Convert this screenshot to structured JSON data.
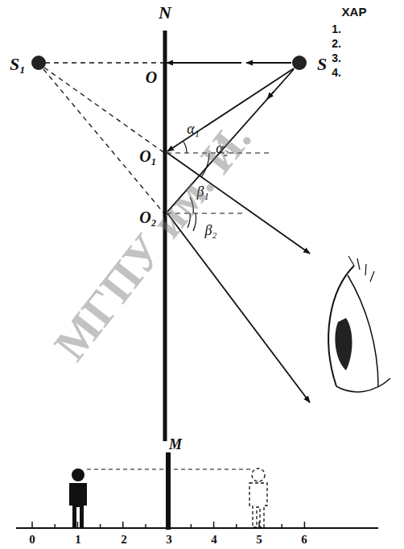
{
  "diagram": {
    "labels": [
      "N",
      "S₁",
      "O",
      "S",
      "O₁",
      "α₁",
      "α₂",
      "β₁",
      "O₂",
      "β₂",
      "M",
      "0",
      "1",
      "2",
      "3",
      "4",
      "5",
      "6",
      "ХАР",
      "1.",
      "2.",
      "3.",
      "4.",
      "МГПУ им. И."
    ]
  }
}
